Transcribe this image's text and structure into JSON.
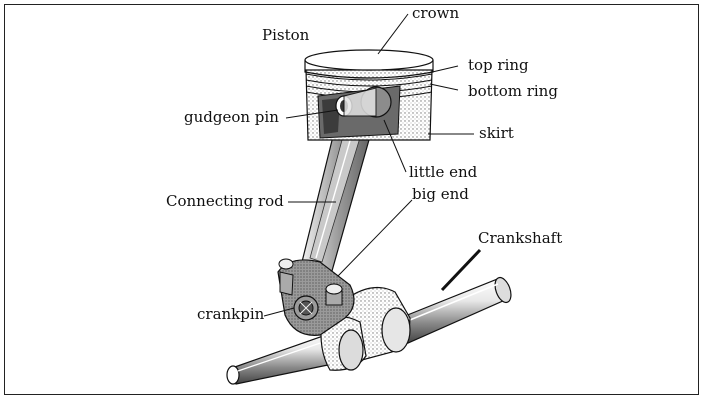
{
  "labels": {
    "crown": "crown",
    "piston": "Piston",
    "top_ring": "top ring",
    "bottom_ring": "bottom ring",
    "gudgeon_pin": "gudgeon pin",
    "skirt": "skirt",
    "little_end": "little end",
    "big_end": "big end",
    "connecting_rod": "Connecting rod",
    "crankshaft": "Crankshaft",
    "crankpin": "crankpin"
  },
  "colors": {
    "line": "#111111",
    "shade": "#bdbdbd",
    "dark": "#555555",
    "background": "#ffffff"
  }
}
